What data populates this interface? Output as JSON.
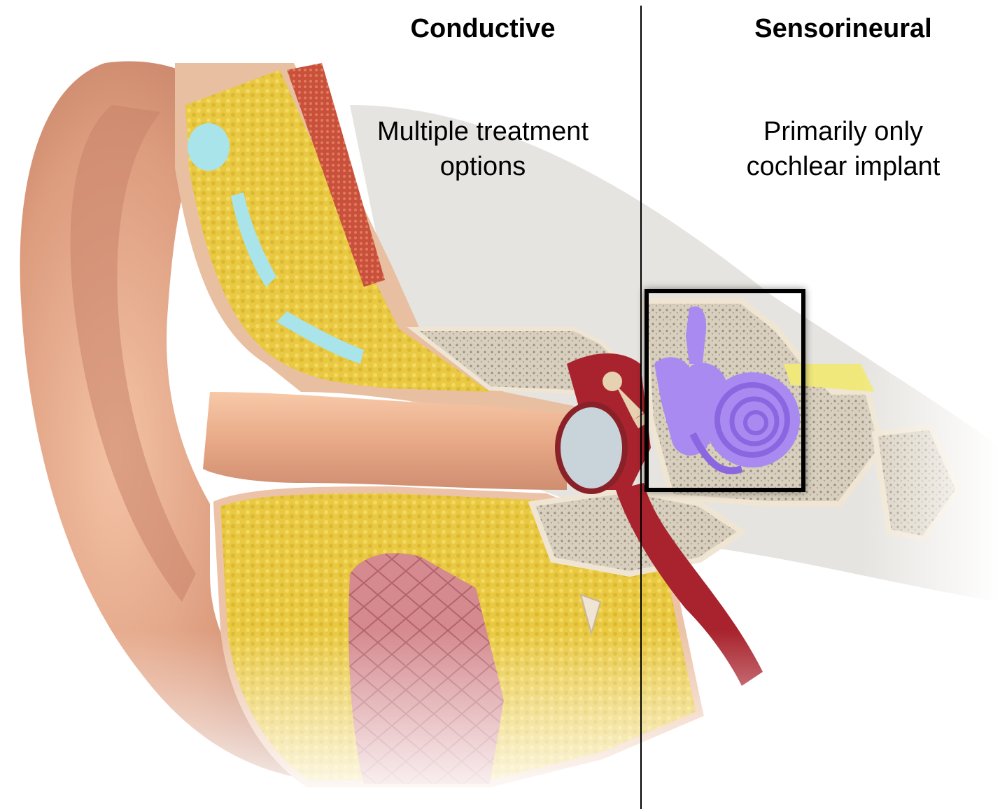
{
  "left_panel": {
    "heading": "Conductive",
    "description_lines": [
      "Multiple treatment",
      "options"
    ]
  },
  "right_panel": {
    "heading": "Sensorineural",
    "description_lines": [
      "Primarily only",
      "cochlear implant"
    ]
  },
  "illustration": {
    "subject": "ear-cross-section",
    "highlight_region": "inner-ear-cochlea",
    "colors": {
      "skin": "#d9977a",
      "fat_tissue": "#e9c941",
      "cartilage_blue": "#a8e4ea",
      "bone": "#d8cfbf",
      "cochlea": "#a98af0",
      "artery": "#a8232d",
      "eardrum": "#c9d3da",
      "gland": "#d58a8f"
    }
  }
}
